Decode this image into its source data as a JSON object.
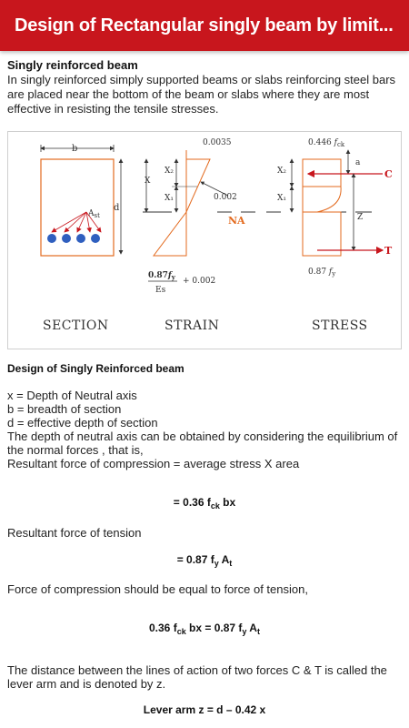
{
  "appbar": {
    "title": "Design of Rectangular singly beam by limit..."
  },
  "intro": {
    "heading": "Singly reinforced beam",
    "text": "In singly reinforced simply supported beams or slabs reinforcing steel bars are placed near the bottom of the beam or slabs where they are most effective in resisting the tensile stresses."
  },
  "figure": {
    "labels": {
      "section": "SECTION",
      "strain": "STRAIN",
      "stress": "STRESS",
      "b": "b",
      "d": "d",
      "x": "X",
      "x2_left": "X₂",
      "x1_left": "X₁",
      "x2_right": "X₂",
      "x1_right": "X₁",
      "ast": "A",
      "ast_sub": "st",
      "strain_top": "0.0035",
      "strain_mid": "0.002",
      "na": "NA",
      "strain_bottom_num": "0.87",
      "strain_bottom_fy": "f",
      "strain_bottom_fy_sub": "y",
      "strain_bottom_den": "Es",
      "strain_plus": "+ 0.002",
      "stress_top": "0.446",
      "stress_top_f": "f",
      "stress_top_sub": "ck",
      "stress_bottom": "0.87",
      "stress_bottom_f": "f",
      "stress_bottom_sub": "y",
      "a": "a",
      "c": "C",
      "t": "T",
      "z": "Z"
    },
    "colors": {
      "orange": "#e36a1e",
      "blue": "#2f5fbf",
      "red": "#c8161d",
      "line": "#333333"
    }
  },
  "design": {
    "heading": "Design of Singly Reinforced beam",
    "def_x": "x = Depth of Neutral axis",
    "def_b": "b = breadth of section",
    "def_d": "d = effective depth of section",
    "para1": "The depth of neutral axis can be obtained by considering the equilibrium of the normal forces , that is,",
    "para2": "Resultant force of compression = average stress X area",
    "eq1": {
      "prefix": "= 0.36 f",
      "sub": "ck",
      "suffix": " bx"
    },
    "tension_label": "Resultant force of tension",
    "eq2": {
      "prefix": "= 0.87 f",
      "sub1": "y",
      "mid": " A",
      "sub2": "t"
    },
    "equal_text": "Force of compression should be equal to force of tension,",
    "eq3": {
      "a": "0.36 f",
      "a_sub": "ck",
      "b": " bx = 0.87 f",
      "b_sub": "y",
      "c": " A",
      "c_sub": "t"
    },
    "lever_text": "The distance between the lines of action of two forces C & T is called the lever arm and is denoted by z.",
    "eq4": "Lever arm z = d – 0.42 x"
  }
}
